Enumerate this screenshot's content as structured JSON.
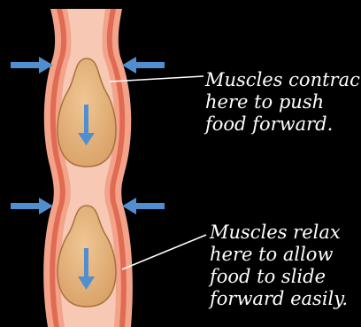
{
  "colors": {
    "background": "#000000",
    "tube_outer": "#f2a38a",
    "tube_band": "#e06a52",
    "lumen": "#f7c9b4",
    "food": "#e6b682",
    "food_outline": "#a8703e",
    "arrow_blue": "#4f8fd0",
    "text": "#ffffff"
  },
  "labels": {
    "contract": {
      "lines": [
        "Muscles contract",
        "here to push",
        "food forward."
      ]
    },
    "relax": {
      "lines": [
        "Muscles relax",
        "here to allow",
        "food to slide",
        "forward easily."
      ]
    }
  },
  "icons": [
    "squeeze-arrow-icon",
    "food-direction-arrow-icon"
  ]
}
